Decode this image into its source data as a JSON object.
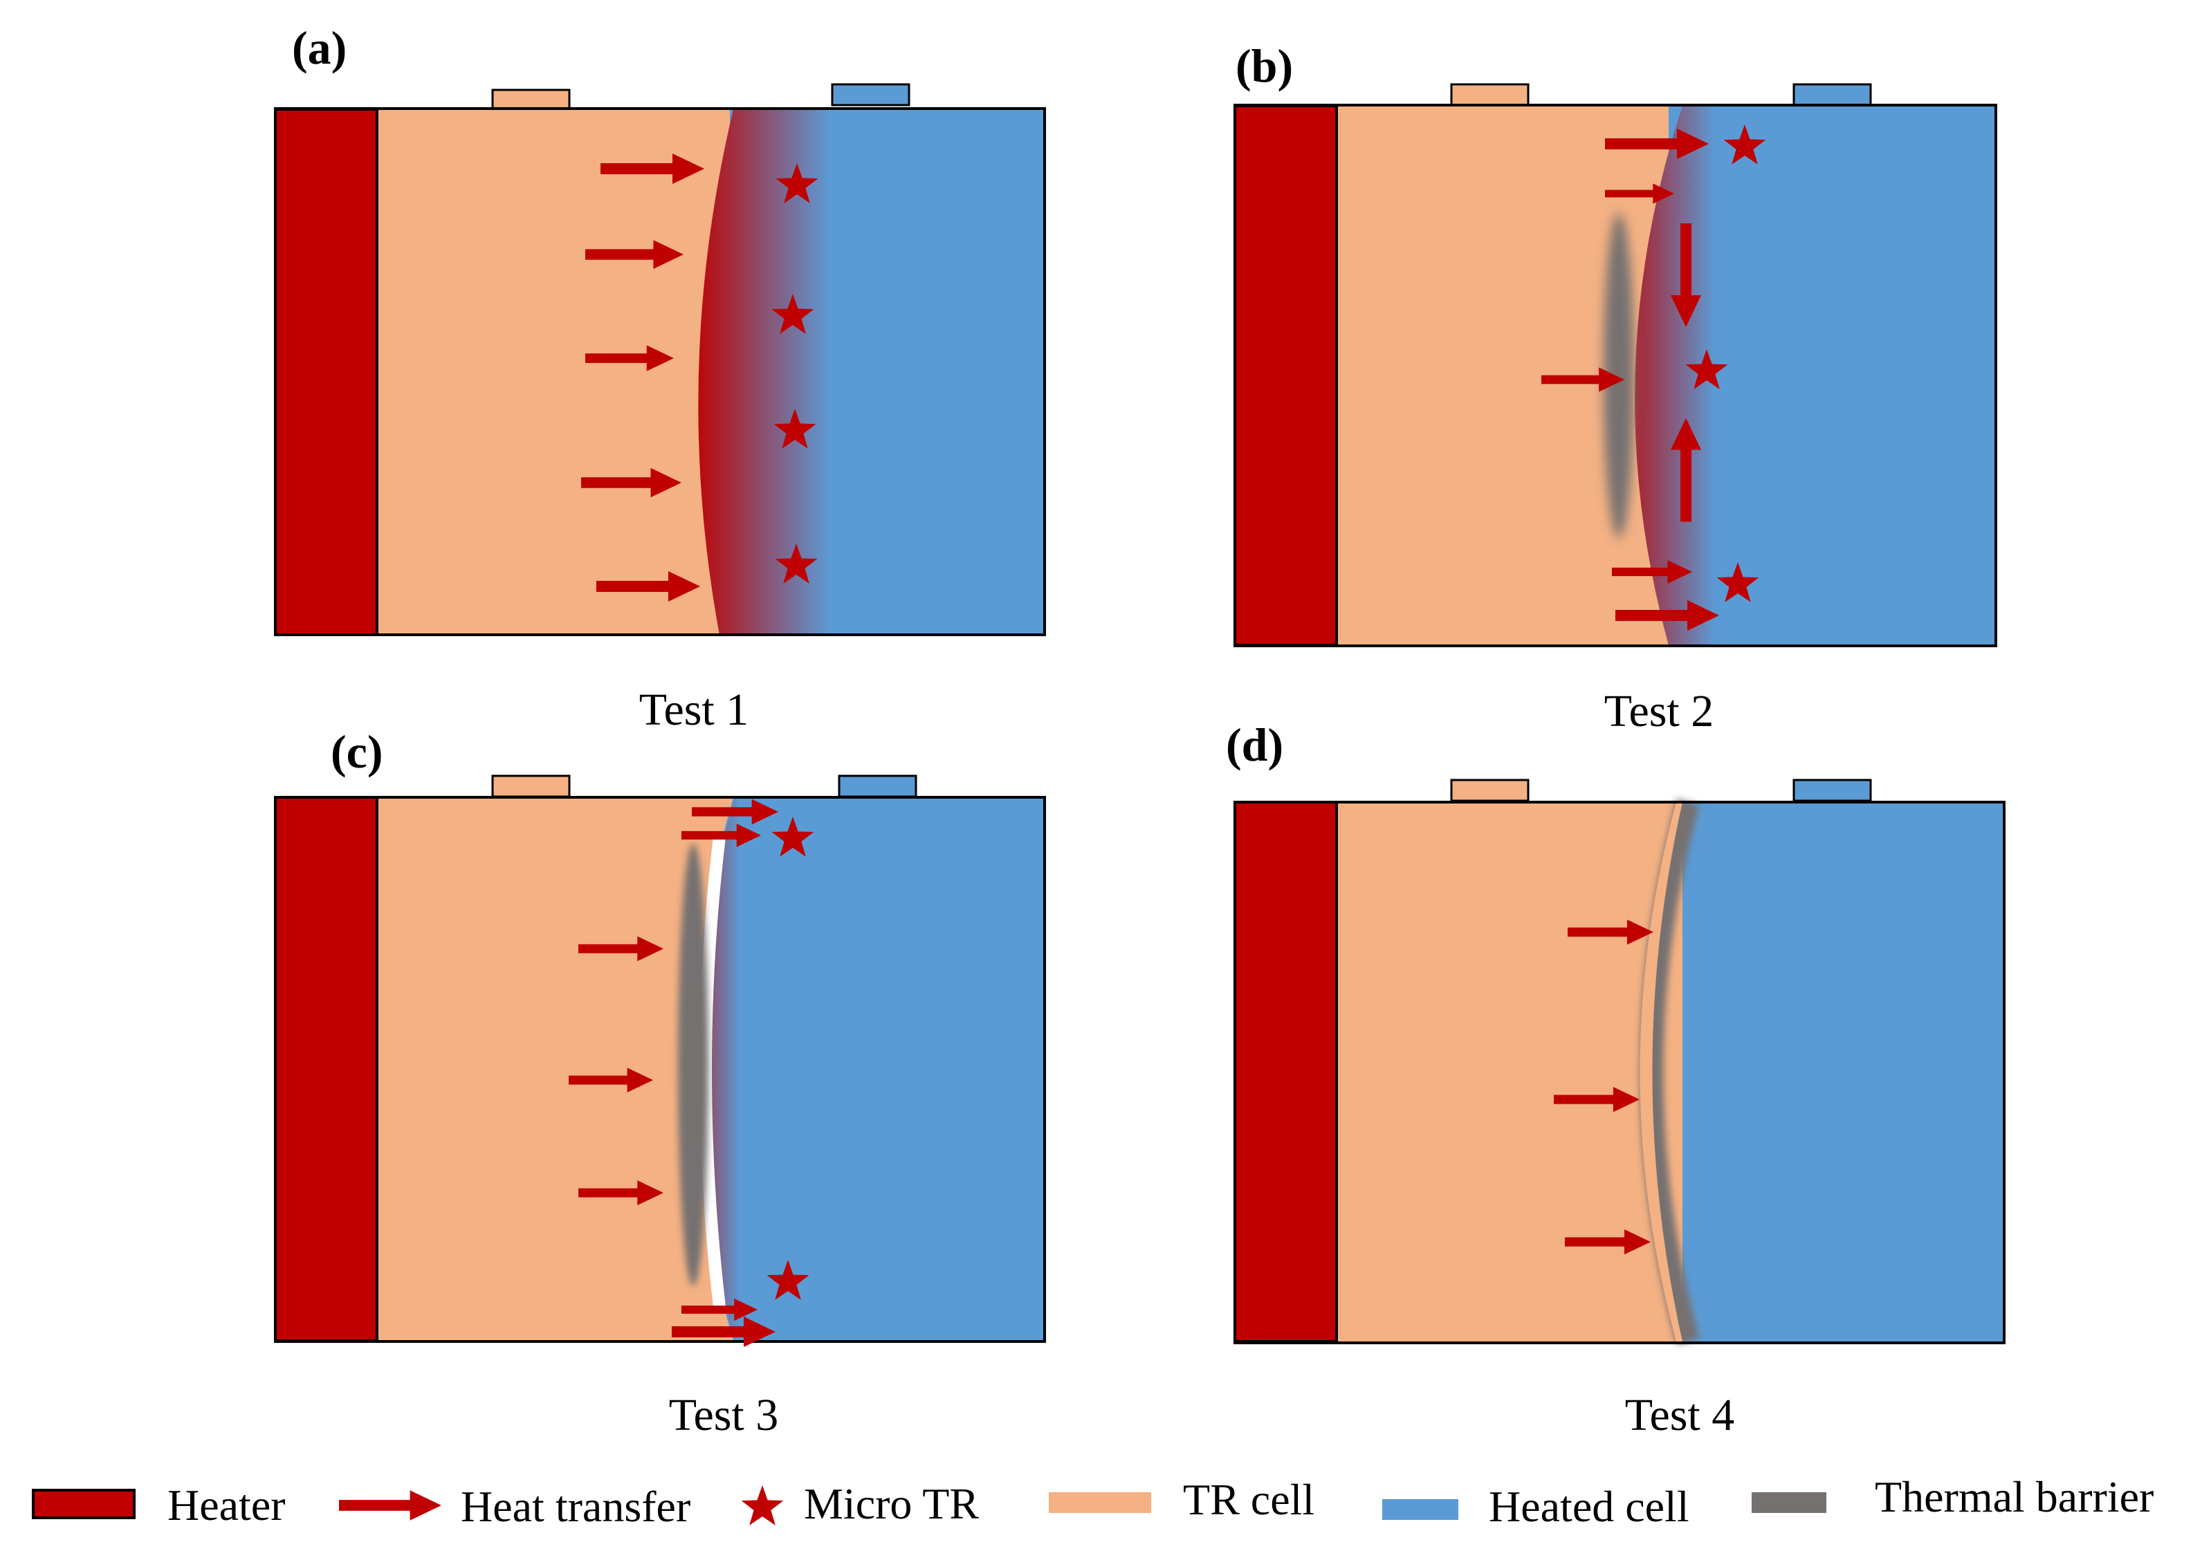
{
  "colors": {
    "heater": "#C00000",
    "tr_cell": "#F4B183",
    "heated_cell": "#5B9BD5",
    "heat_arrow": "#C00000",
    "micro_tr": "#C00000",
    "thermal_barrier": "#767171"
  },
  "panels": [
    {
      "letter": "(a)",
      "caption": "Test 1"
    },
    {
      "letter": "(b)",
      "caption": "Test 2"
    },
    {
      "letter": "(c)",
      "caption": "Test 3"
    },
    {
      "letter": "(d)",
      "caption": "Test 4"
    }
  ],
  "legend": {
    "heater": "Heater",
    "heat_transfer": "Heat transfer",
    "micro_tr": "Micro TR",
    "tr_cell": "TR cell",
    "heated_cell": "Heated cell",
    "thermal_barrier": "Thermal barrier"
  },
  "icons": {
    "arrow": "right-arrow-icon",
    "star": "star-icon"
  }
}
